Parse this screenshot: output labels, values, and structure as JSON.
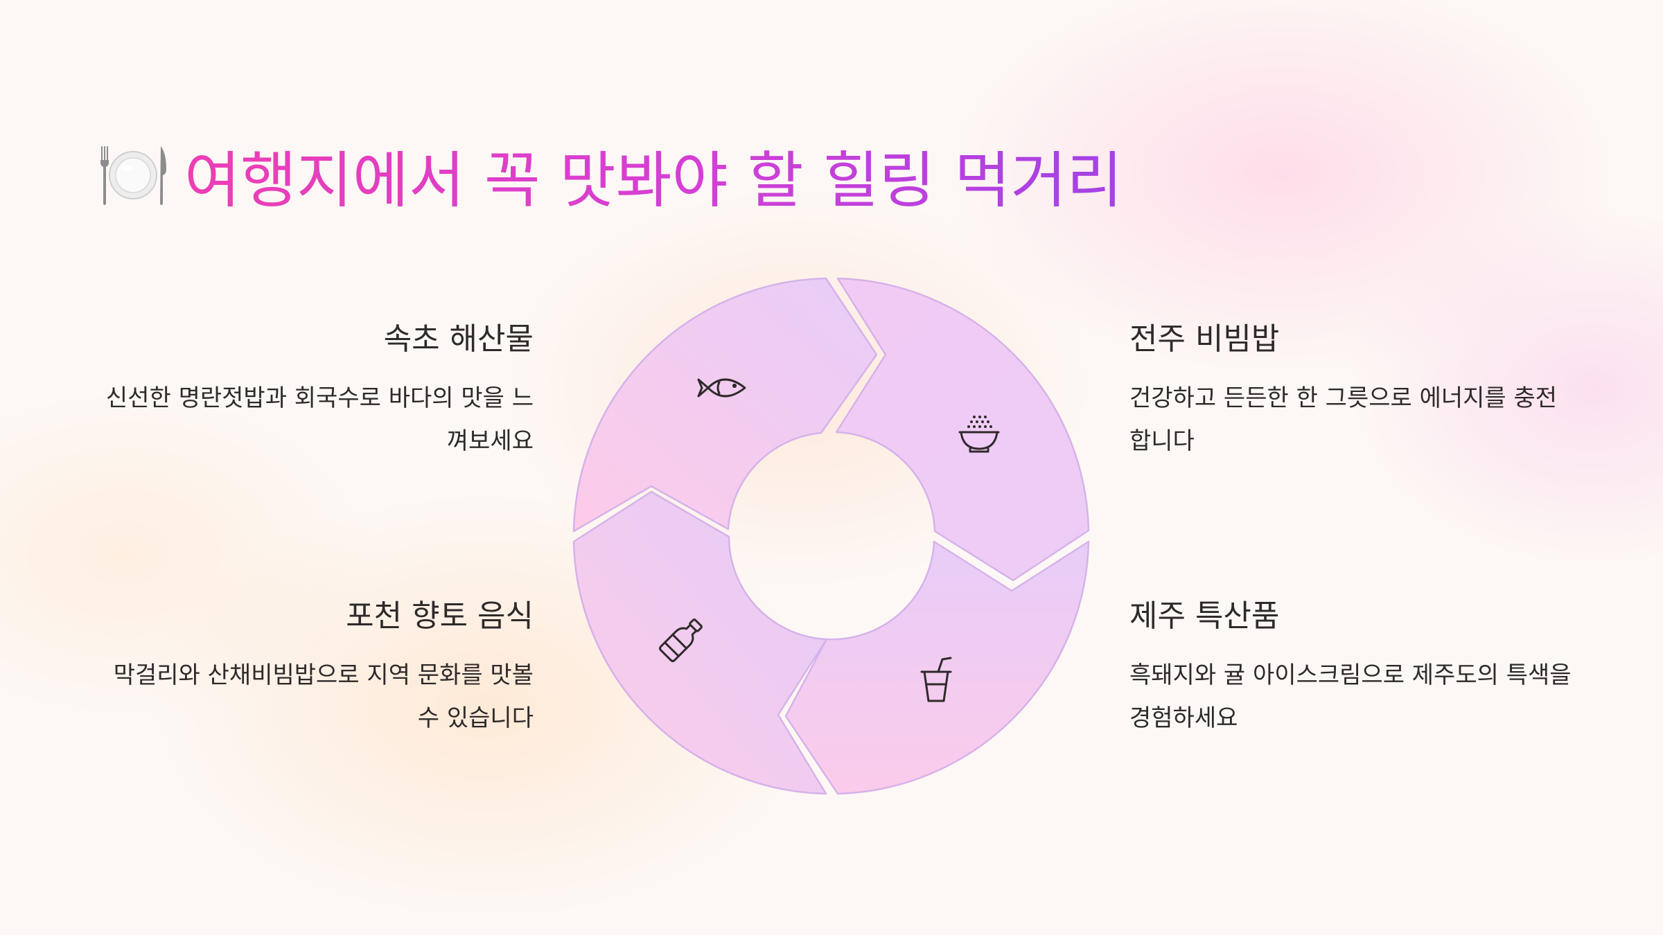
{
  "title": {
    "icon": "fork-knife-plate-icon",
    "text": "여행지에서 꼭 맛봐야 할 힐링 먹거리"
  },
  "colors": {
    "title_gradient": [
      "#ec3fb4",
      "#d43fd6",
      "#a342e4"
    ],
    "segment_fill_pink": "#fdcbe8",
    "segment_fill_lavender": "#e8cdf8",
    "segment_stroke": "#d6b2ea",
    "text": "#2f2a2a",
    "icon_stroke": "#2f2a2a"
  },
  "items": [
    {
      "title": "속초 해산물",
      "description": "신선한 명란젓밥과 회국수로 바다의 맛을 느껴보세요",
      "icon": "fish-icon"
    },
    {
      "title": "전주 비빔밥",
      "description": "건강하고 든든한 한 그릇으로 에너지를 충전합니다",
      "icon": "rice-bowl-icon"
    },
    {
      "title": "포천 향토 음식",
      "description": "막걸리와 산채비빔밥으로 지역 문화를 맛볼 수 있습니다",
      "icon": "bottle-icon"
    },
    {
      "title": "제주 특산품",
      "description": "흑돼지와 귤 아이스크림으로 제주도의 특색을 경험하세요",
      "icon": "drink-cup-icon"
    }
  ]
}
